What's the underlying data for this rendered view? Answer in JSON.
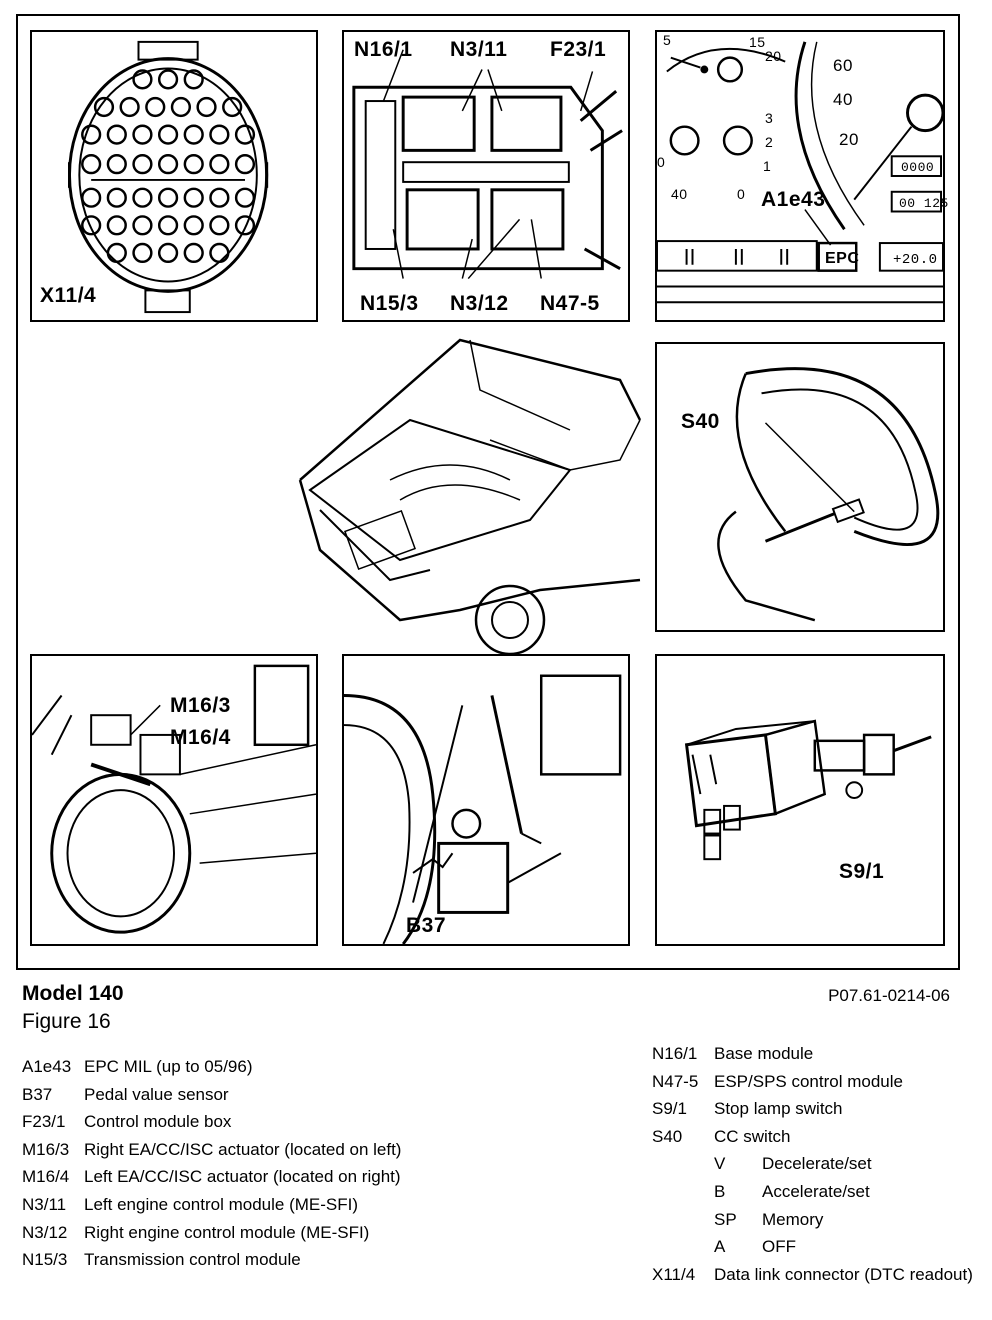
{
  "labels": {
    "x11_4": "X11/4",
    "n16_1": "N16/1",
    "n3_11": "N3/11",
    "f23_1": "F23/1",
    "n15_3": "N15/3",
    "n3_12": "N3/12",
    "n47_5": "N47-5",
    "a1e43": "A1e43",
    "epc": "EPC",
    "gauge_60": "60",
    "gauge_40": "40",
    "gauge_20": "20",
    "gauge_15": "15",
    "gauge_20b": "20",
    "gauge_5": "5",
    "gauge_3": "3",
    "gauge_2": "2",
    "gauge_1": "1",
    "gauge_0a": "0",
    "gauge_40b": "40",
    "gauge_0b": "0",
    "odo1": "0000",
    "odo2": "00 125",
    "temp": "+20.0",
    "s40": "S40",
    "m16_3": "M16/3",
    "m16_4": "M16/4",
    "b37": "B37",
    "s9_1": "S9/1"
  },
  "caption": {
    "title": "Model 140",
    "subtitle": "Figure 16",
    "code": "P07.61-0214-06"
  },
  "legend_left": [
    {
      "code": "A1e43",
      "text": "EPC MIL (up to 05/96)"
    },
    {
      "code": "B37",
      "text": "Pedal value sensor"
    },
    {
      "code": "F23/1",
      "text": "Control module box"
    },
    {
      "code": "M16/3",
      "text": "Right EA/CC/ISC actuator (located on left)"
    },
    {
      "code": "M16/4",
      "text": "Left EA/CC/ISC actuator (located on right)"
    },
    {
      "code": "N3/11",
      "text": "Left engine control module (ME-SFI)"
    },
    {
      "code": "N3/12",
      "text": "Right engine control module (ME-SFI)"
    },
    {
      "code": "N15/3",
      "text": "Transmission control module"
    }
  ],
  "legend_right": [
    {
      "code": "N16/1",
      "text": "Base module"
    },
    {
      "code": "N47-5",
      "text": "ESP/SPS control module"
    },
    {
      "code": "S9/1",
      "text": "Stop lamp switch"
    },
    {
      "code": "S40",
      "text": "CC switch"
    }
  ],
  "legend_right_sub": [
    {
      "code": "V",
      "text": "Decelerate/set"
    },
    {
      "code": "B",
      "text": "Accelerate/set"
    },
    {
      "code": "SP",
      "text": "Memory"
    },
    {
      "code": "A",
      "text": "OFF"
    }
  ],
  "legend_right_last": {
    "code": "X11/4",
    "text": "Data link connector (DTC readout)"
  }
}
